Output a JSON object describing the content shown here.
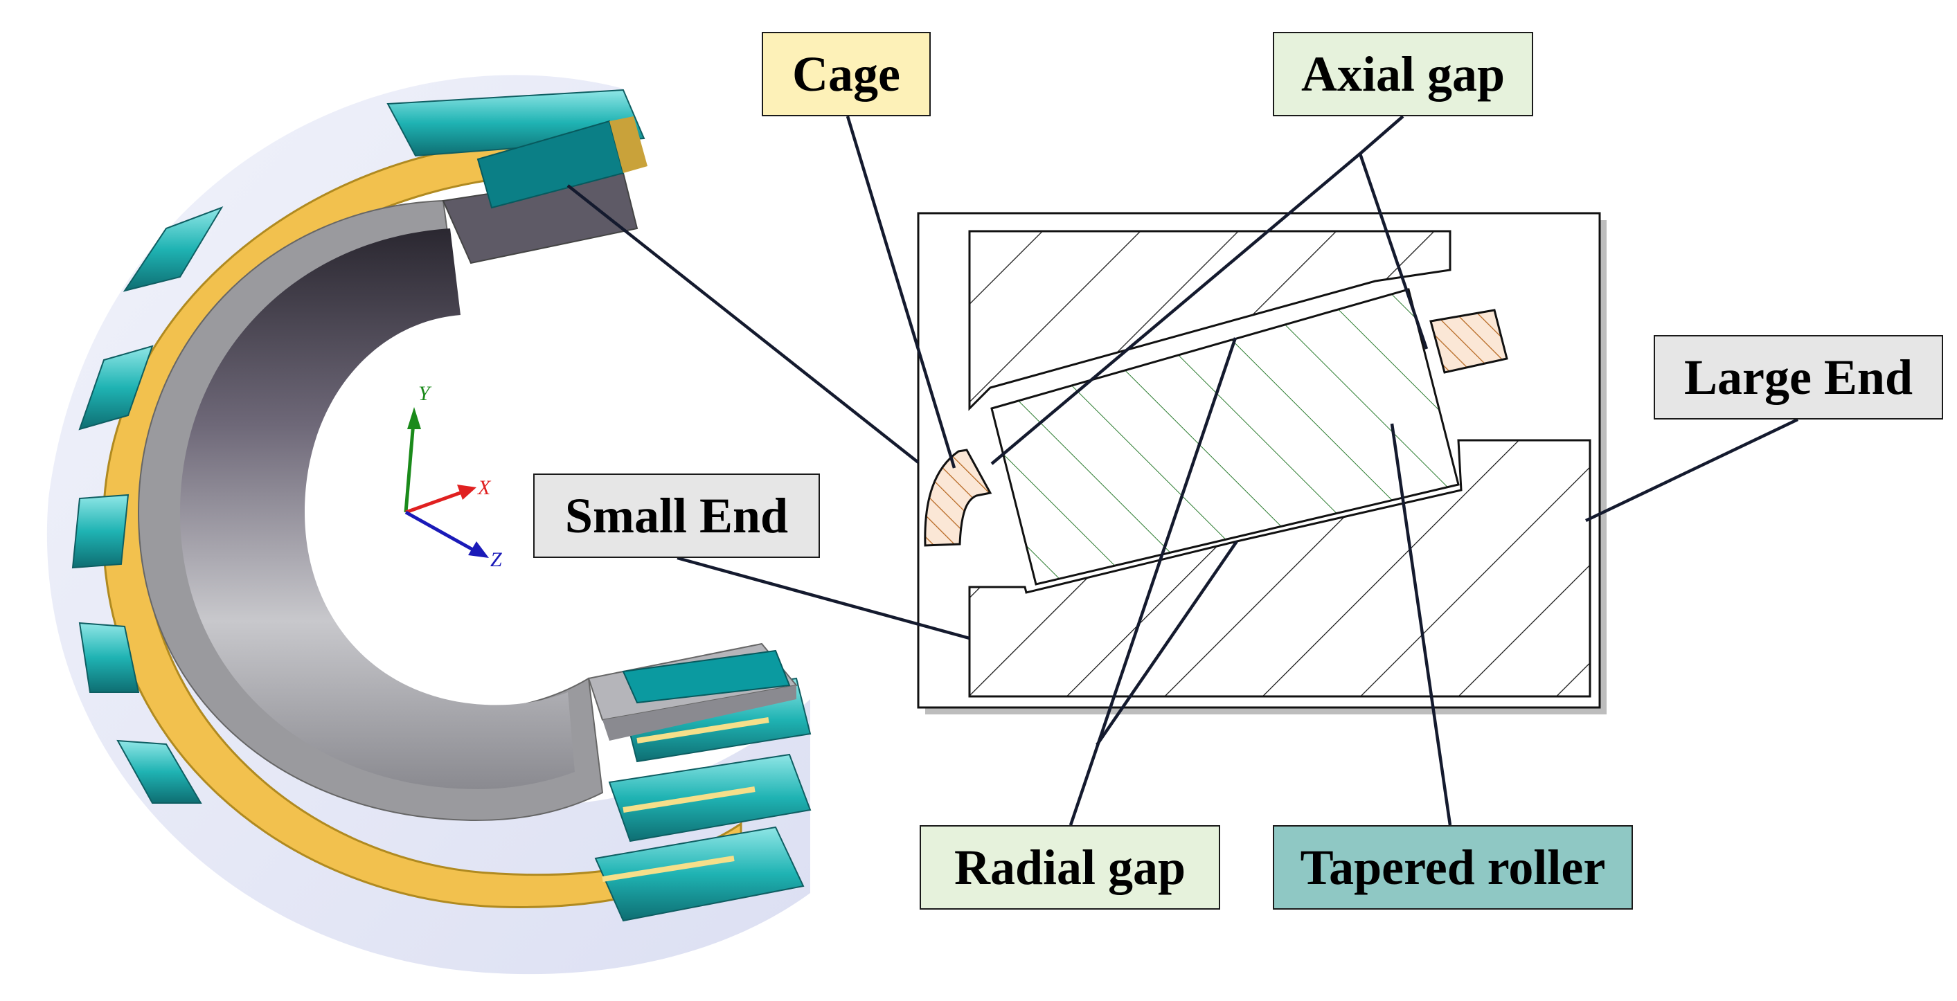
{
  "labels": {
    "cage": "Cage",
    "axial_gap": "Axial gap",
    "large_end": "Large End",
    "small_end": "Small End",
    "radial_gap": "Radial gap",
    "tapered_roller": "Tapered roller"
  },
  "axes": {
    "x": "X",
    "y": "Y",
    "z": "Z"
  },
  "colors": {
    "cage_label_bg": "#fdf1b8",
    "gap_label_bg": "#e6f2dc",
    "end_label_bg": "#e6e6e6",
    "roller_label_bg": "#8fc8c4",
    "cage_color": "#f2c14e",
    "roller_color": "#1fb3b3",
    "inner_ring_color": "#8a8a8a",
    "hatch_roller": "#2e7d32",
    "hatch_cage": "#b5651d",
    "axis_x": "#e02020",
    "axis_y": "#1a8a1a",
    "axis_z": "#1a1ab8"
  }
}
